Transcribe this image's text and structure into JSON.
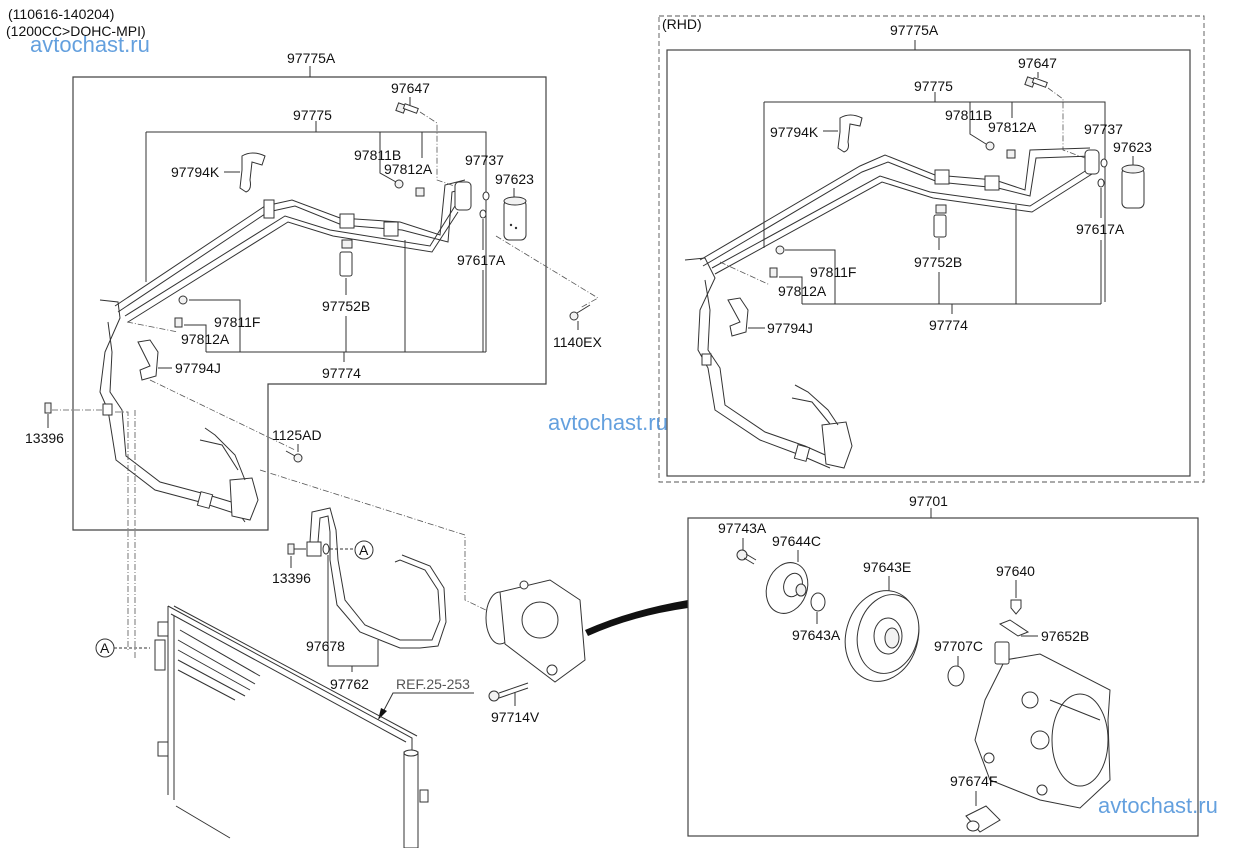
{
  "header": {
    "date_range": "(110616-140204)",
    "engine": "(1200CC>DOHC-MPI)"
  },
  "watermark": "avtochast.ru",
  "left_group": {
    "assembly": "97775A",
    "sub_assembly": "97775",
    "sub_assembly_lower": "97774",
    "parts": {
      "p97647": "97647",
      "p97811B": "97811B",
      "p97812A_top": "97812A",
      "p97737": "97737",
      "p97623": "97623",
      "p97794K": "97794K",
      "p97617A": "97617A",
      "p97752B": "97752B",
      "p97811F": "97811F",
      "p97812A_low": "97812A",
      "p97794J": "97794J",
      "p1140EX": "1140EX",
      "p13396_a": "13396",
      "p1125AD": "1125AD"
    }
  },
  "rhd_group": {
    "title": "(RHD)",
    "assembly": "97775A",
    "sub_assembly": "97775",
    "sub_assembly_lower": "97774",
    "parts": {
      "p97647": "97647",
      "p97811B": "97811B",
      "p97812A_top": "97812A",
      "p97737": "97737",
      "p97623": "97623",
      "p97794K": "97794K",
      "p97617A": "97617A",
      "p97752B": "97752B",
      "p97811F": "97811F",
      "p97812A_low": "97812A",
      "p97794J": "97794J"
    }
  },
  "middle_group": {
    "p13396_b": "13396",
    "p97678": "97678",
    "p97762": "97762",
    "ref": "REF.25-253",
    "p97714V": "97714V",
    "connector_a": "A"
  },
  "compressor_group": {
    "assembly": "97701",
    "parts": {
      "p97743A": "97743A",
      "p97644C": "97644C",
      "p97643E": "97643E",
      "p97643A": "97643A",
      "p97640": "97640",
      "p97652B": "97652B",
      "p97707C": "97707C",
      "p97674F": "97674F"
    }
  },
  "condenser": {
    "connector_a": "A"
  }
}
